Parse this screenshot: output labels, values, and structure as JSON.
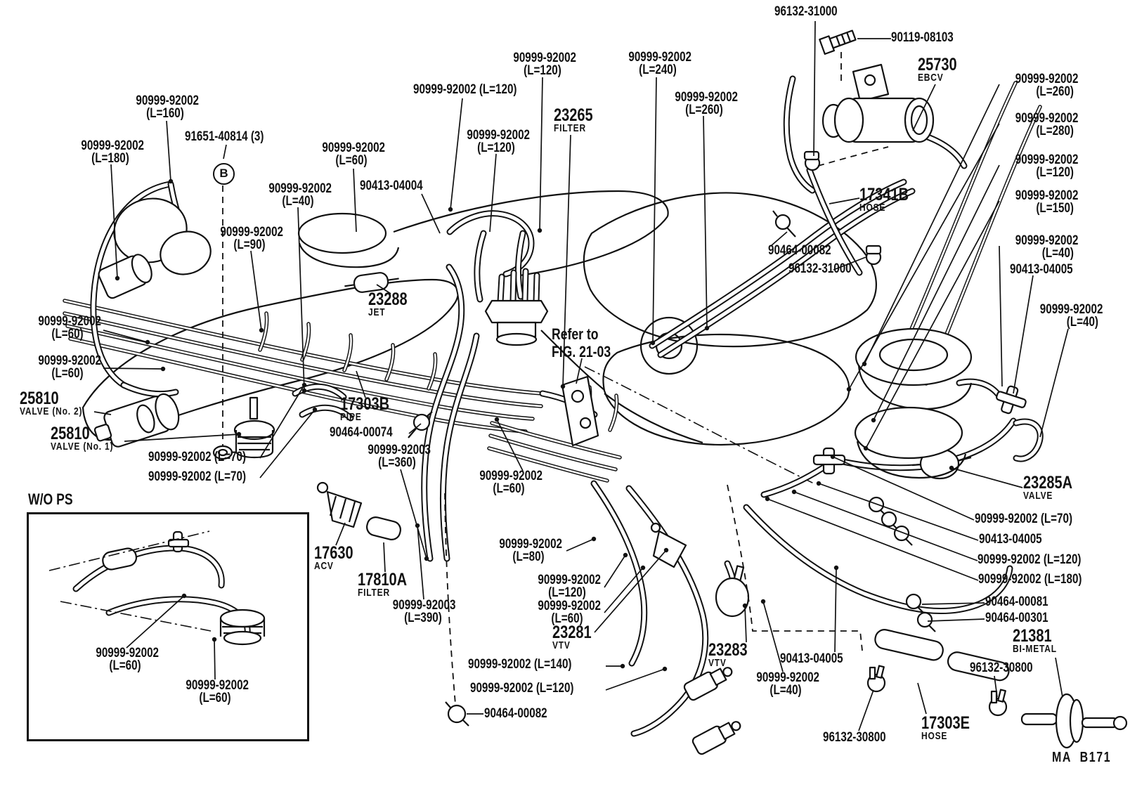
{
  "diagram": {
    "kind": "vacuum-piping-parts-diagram",
    "drawing_code": "MA  B171",
    "figure_reference": "FIG. 21-03",
    "inset_title": "W/O PS",
    "callout": "B",
    "colors": {
      "ink": "#111111",
      "paper": "#ffffff"
    }
  },
  "labels": [
    {
      "text": "90999-92002",
      "sub": "(L=160)"
    },
    {
      "text": "91651-40814 (3)",
      "sub": ""
    },
    {
      "text": "B",
      "sub": ""
    },
    {
      "text": "90999-92002",
      "sub": "(L=180)"
    },
    {
      "text": "90999-92002",
      "sub": "(L=60)"
    },
    {
      "text": "90413-04004",
      "sub": ""
    },
    {
      "text": "90999-92002",
      "sub": "(L=40)"
    },
    {
      "text": "90999-92002",
      "sub": "(L=90)"
    },
    {
      "text": "90999-92002 (L=120)",
      "sub": ""
    },
    {
      "text": "90999-92002",
      "sub": "(L=120)"
    },
    {
      "text": "23265",
      "sub": "FILTER"
    },
    {
      "text": "90999-92002",
      "sub": "(L=120)"
    },
    {
      "text": "90999-92002",
      "sub": "(L=240)"
    },
    {
      "text": "90999-92002",
      "sub": "(L=260)"
    },
    {
      "text": "96132-31000",
      "sub": ""
    },
    {
      "text": "90119-08103",
      "sub": ""
    },
    {
      "text": "25730",
      "sub": "EBCV"
    },
    {
      "text": "17341B",
      "sub": "HOSE"
    },
    {
      "text": "90464-00082",
      "sub": ""
    },
    {
      "text": "96132-31000",
      "sub": ""
    },
    {
      "text": "90999-92002",
      "sub": "(L=260)"
    },
    {
      "text": "90999-92002",
      "sub": "(L=280)"
    },
    {
      "text": "90999-92002",
      "sub": "(L=120)"
    },
    {
      "text": "90999-92002",
      "sub": "(L=150)"
    },
    {
      "text": "90999-92002",
      "sub": "(L=40)"
    },
    {
      "text": "90413-04005",
      "sub": ""
    },
    {
      "text": "90999-92002",
      "sub": "(L=40)"
    },
    {
      "text": "90999-92002",
      "sub": "(L=60)"
    },
    {
      "text": "90999-92002",
      "sub": "(L=60)"
    },
    {
      "text": "25810",
      "sub": "VALVE (No. 2)"
    },
    {
      "text": "25810",
      "sub": "VALVE (No. 1)"
    },
    {
      "text": "90999-92002 (L=70)",
      "sub": ""
    },
    {
      "text": "90999-92002 (L=70)",
      "sub": ""
    },
    {
      "text": "23288",
      "sub": "JET"
    },
    {
      "text": "17303B",
      "sub": "PIPE"
    },
    {
      "text": "90464-00074",
      "sub": ""
    },
    {
      "text": "90999-92003",
      "sub": "(L=360)"
    },
    {
      "text": "90999-92002",
      "sub": "(L=60)"
    },
    {
      "text": "Refer to",
      "sub": "FIG. 21-03"
    },
    {
      "text": "17630",
      "sub": "ACV"
    },
    {
      "text": "17810A",
      "sub": "FILTER"
    },
    {
      "text": "90999-92003",
      "sub": "(L=390)"
    },
    {
      "text": "90999-92002",
      "sub": "(L=80)"
    },
    {
      "text": "90999-92002",
      "sub": "(L=120)"
    },
    {
      "text": "90999-92002",
      "sub": "(L=60)"
    },
    {
      "text": "23281",
      "sub": "VTV"
    },
    {
      "text": "90999-92002 (L=140)",
      "sub": ""
    },
    {
      "text": "90999-92002 (L=120)",
      "sub": ""
    },
    {
      "text": "90464-00082",
      "sub": ""
    },
    {
      "text": "23283",
      "sub": "VTV"
    },
    {
      "text": "90413-04005",
      "sub": ""
    },
    {
      "text": "90999-92002",
      "sub": "(L=40)"
    },
    {
      "text": "96132-30800",
      "sub": ""
    },
    {
      "text": "17303E",
      "sub": "HOSE"
    },
    {
      "text": "96132-30800",
      "sub": ""
    },
    {
      "text": "21381",
      "sub": "BI-METAL"
    },
    {
      "text": "23285A",
      "sub": "VALVE"
    },
    {
      "text": "90999-92002 (L=70)",
      "sub": ""
    },
    {
      "text": "90413-04005",
      "sub": ""
    },
    {
      "text": "90999-92002 (L=120)",
      "sub": ""
    },
    {
      "text": "90999-92002 (L=180)",
      "sub": ""
    },
    {
      "text": "90464-00081",
      "sub": ""
    },
    {
      "text": "90464-00301",
      "sub": ""
    },
    {
      "text": "MA  B171",
      "sub": ""
    },
    {
      "text": "W/O PS",
      "sub": ""
    },
    {
      "text": "90999-92002",
      "sub": "(L=60)"
    },
    {
      "text": "90999-92002",
      "sub": "(L=60)"
    }
  ]
}
